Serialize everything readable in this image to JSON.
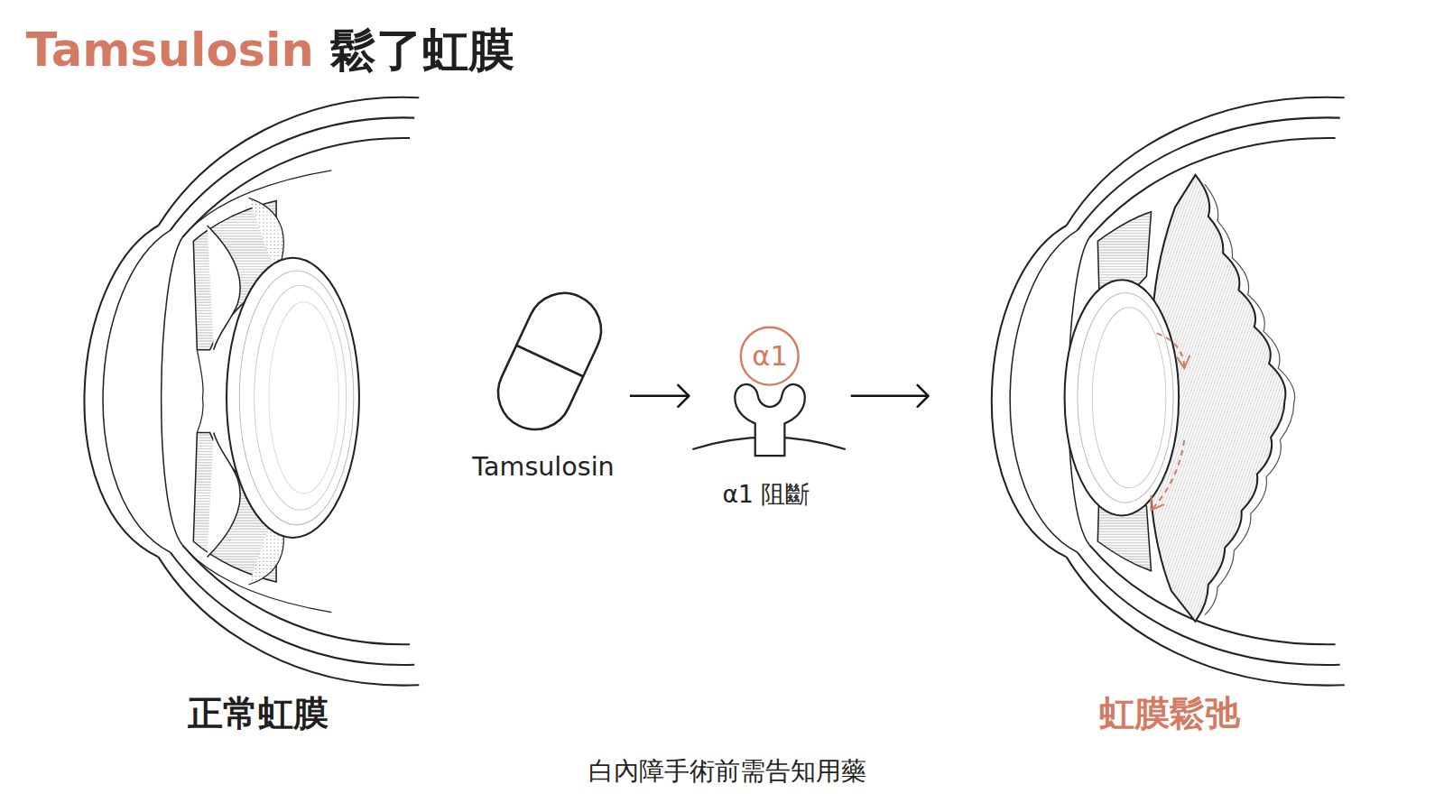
{
  "diagram": {
    "title": "Tamsulosin 鬆了虹膜",
    "caption": "白內障手術前需告知用藥",
    "nodes": [
      {
        "text": [
          "正常虹膜"
        ]
      },
      {
        "text": [
          "Tamsulosin"
        ]
      },
      {
        "text": [
          "α1 阻斷"
        ]
      },
      {
        "text": [
          "α1"
        ],
        "in": 2
      },
      {
        "text": [
          "虹膜鬆弛"
        ]
      }
    ],
    "edges": [
      {
        "from": 1,
        "to": 2,
        "arrow": "to"
      },
      {
        "from": 2,
        "to": 4,
        "arrow": "to"
      }
    ]
  }
}
